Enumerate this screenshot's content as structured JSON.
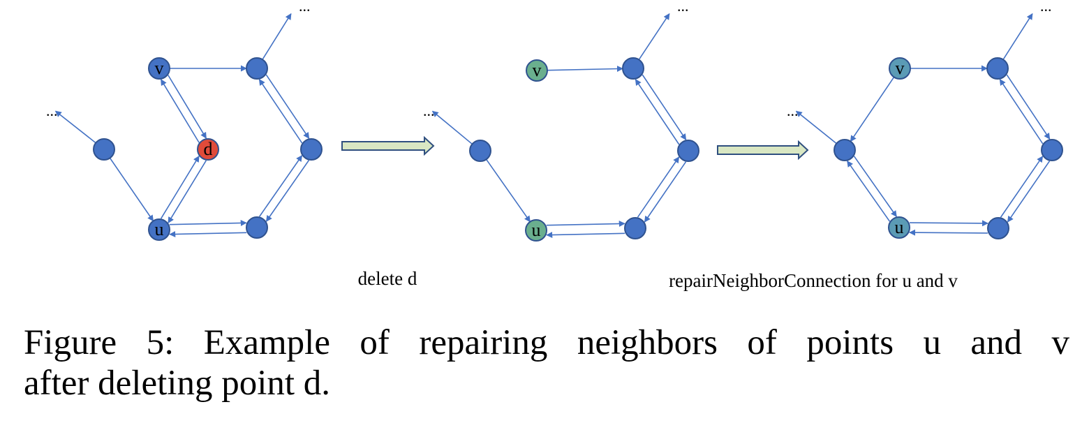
{
  "colors": {
    "edge": "#4472C4",
    "node_default": "#4472C4",
    "node_border": "#2F528F",
    "node_deleted": "#E04B3A",
    "node_highlight": "#6AAF8E",
    "node_repaired": "#5B9BB5",
    "process_arrow_fill": "#D9E7C3",
    "process_arrow_stroke": "#2F4F7F"
  },
  "panels": [
    {
      "name": "before",
      "ellipsis": [
        "...",
        "..."
      ],
      "nodes": [
        {
          "id": "v",
          "label": "v",
          "state": "default"
        },
        {
          "id": "d",
          "label": "d",
          "state": "deleted"
        },
        {
          "id": "u",
          "label": "u",
          "state": "default"
        },
        {
          "id": "a",
          "label": "",
          "state": "default"
        },
        {
          "id": "b",
          "label": "",
          "state": "default"
        },
        {
          "id": "c",
          "label": "",
          "state": "default"
        },
        {
          "id": "e",
          "label": "",
          "state": "default"
        }
      ]
    },
    {
      "name": "after-delete",
      "ellipsis": [
        "...",
        "..."
      ],
      "nodes": [
        {
          "id": "v",
          "label": "v",
          "state": "highlight"
        },
        {
          "id": "u",
          "label": "u",
          "state": "highlight"
        },
        {
          "id": "a",
          "label": "",
          "state": "default"
        },
        {
          "id": "b",
          "label": "",
          "state": "default"
        },
        {
          "id": "c",
          "label": "",
          "state": "default"
        },
        {
          "id": "e",
          "label": "",
          "state": "default"
        }
      ]
    },
    {
      "name": "after-repair",
      "ellipsis": [
        "...",
        "..."
      ],
      "nodes": [
        {
          "id": "v",
          "label": "v",
          "state": "repaired"
        },
        {
          "id": "u",
          "label": "u",
          "state": "repaired"
        },
        {
          "id": "a",
          "label": "",
          "state": "default"
        },
        {
          "id": "b",
          "label": "",
          "state": "default"
        },
        {
          "id": "c",
          "label": "",
          "state": "default"
        },
        {
          "id": "e",
          "label": "",
          "state": "default"
        }
      ]
    }
  ],
  "steps": {
    "delete_label": "delete d",
    "repair_label": "repairNeighborConnection for u and v"
  },
  "caption": {
    "line1": "Figure 5: Example of repairing neighbors of points u and v",
    "line2": "after deleting point d."
  }
}
